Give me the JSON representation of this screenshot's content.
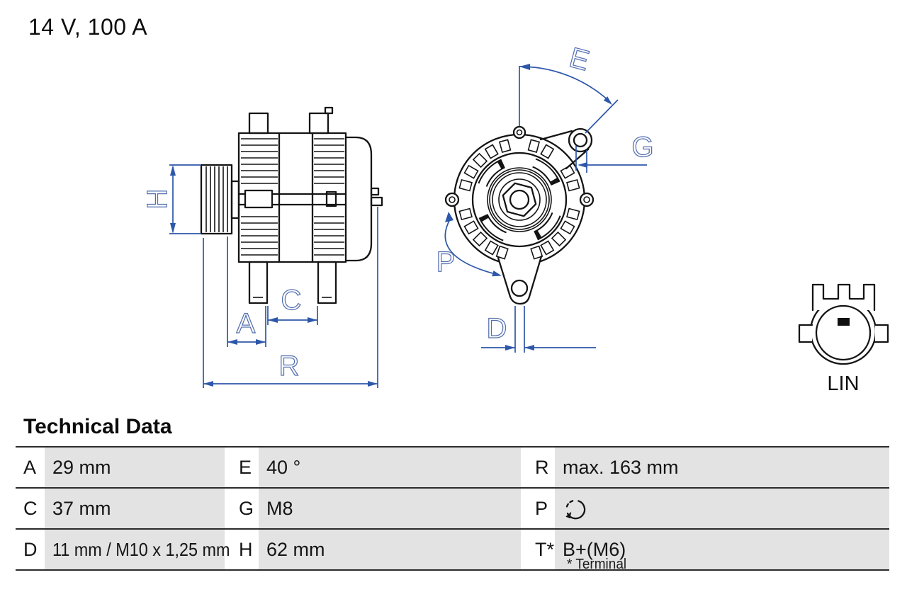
{
  "header": {
    "title": "14 V, 100 A"
  },
  "diagram": {
    "dimension_labels": {
      "h": "H",
      "a": "A",
      "c": "C",
      "r": "R",
      "e": "E",
      "g": "G",
      "p": "P",
      "d": "D"
    },
    "connector_label": "LIN",
    "line_color": "#2d57a9",
    "label_color": "#5570b0",
    "p_icon": "rotation-direction-icon"
  },
  "table": {
    "heading": "Technical Data",
    "value_bg": "#e3e3e3",
    "rows": [
      {
        "l1": "A",
        "v1": "29 mm",
        "l2": "E",
        "v2": "40 °",
        "l3": "R",
        "v3": "max. 163 mm"
      },
      {
        "l1": "C",
        "v1": "37 mm",
        "l2": "G",
        "v2": "M8",
        "l3": "P",
        "v3": ""
      },
      {
        "l1": "D",
        "v1": "11 mm / M10 x 1,25 mm",
        "l2": "H",
        "v2": "62 mm",
        "l3": "T*",
        "v3": "B+(M6)"
      }
    ],
    "footnote": "* Terminal"
  }
}
